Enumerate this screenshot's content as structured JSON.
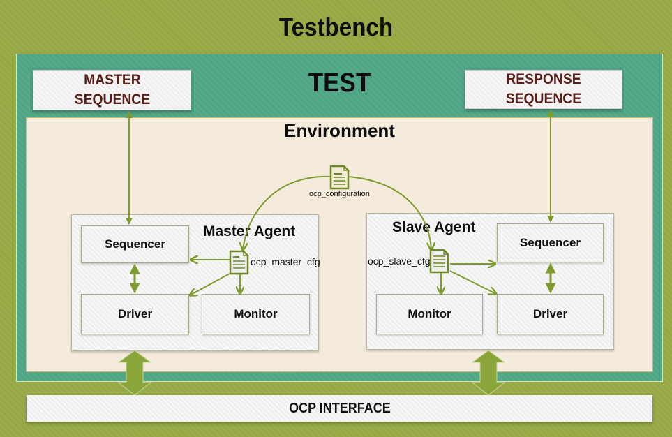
{
  "diagram": {
    "title": "Testbench",
    "test": {
      "label": "TEST",
      "master_sequence": {
        "line1": "MASTER",
        "line2": "SEQUENCE"
      },
      "response_sequence": {
        "line1": "RESPONSE",
        "line2": "SEQUENCE"
      }
    },
    "environment": {
      "label": "Environment",
      "config": {
        "label": "ocp_configuration",
        "icon": "document-icon"
      },
      "master_agent": {
        "label": "Master Agent",
        "config_label": "ocp_master_cfg",
        "sequencer": "Sequencer",
        "driver": "Driver",
        "monitor": "Monitor"
      },
      "slave_agent": {
        "label": "Slave Agent",
        "config_label": "ocp_slave_cfg",
        "sequencer": "Sequencer",
        "driver": "Driver",
        "monitor": "Monitor"
      }
    },
    "interface": {
      "label": "OCP INTERFACE"
    },
    "colors": {
      "background": "#95a844",
      "test": "#4fa585",
      "environment": "#f5ebdc",
      "arrow": "#7f9a2e",
      "sequence_text": "#5a1e1a"
    }
  }
}
